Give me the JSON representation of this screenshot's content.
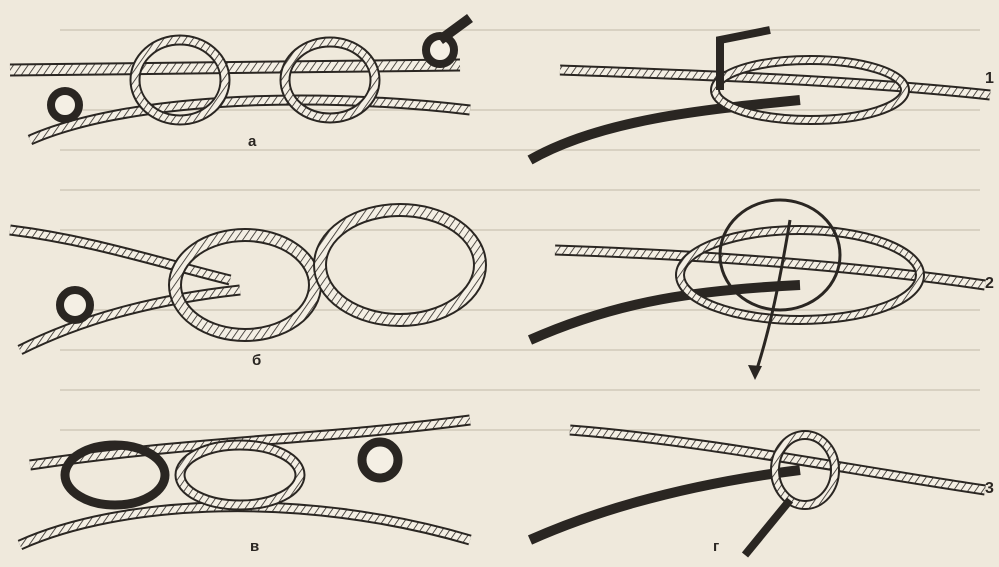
{
  "figure": {
    "labels": {
      "a": "а",
      "b": "б",
      "v": "в",
      "g": "г",
      "step1": "1",
      "step2": "2",
      "step3": "3"
    },
    "colors": {
      "paper": "#efe9dc",
      "ink": "#2a2622",
      "rope_fill": "#f4efe4",
      "background_text": "#cfc7b8"
    }
  }
}
